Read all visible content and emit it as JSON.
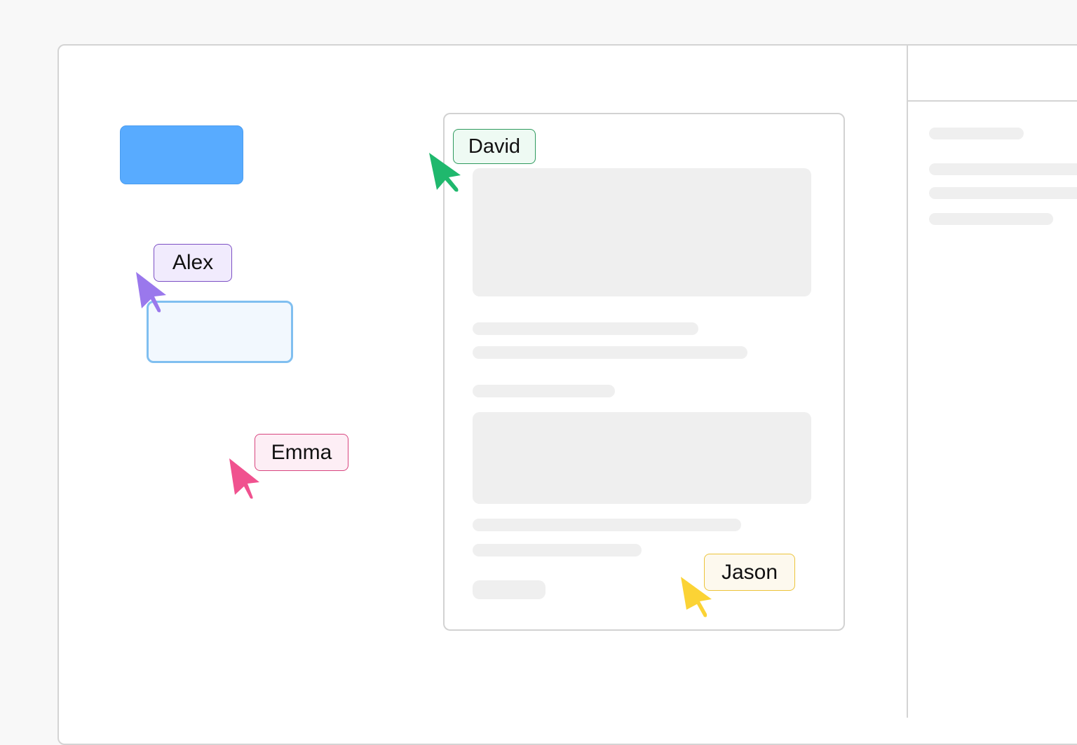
{
  "canvas": {
    "background": "#f8f8f8",
    "frame_border": "#d4d4d4"
  },
  "shapes": {
    "filled_rectangle": {
      "color": "#58abff"
    },
    "selected_rectangle": {
      "fill": "#f2f8fe",
      "border": "#80bff0"
    }
  },
  "document_card": {
    "skeleton_color": "#efefef"
  },
  "collaborators": [
    {
      "name": "Alex",
      "color": "#9a78ec",
      "tag_bg": "#f1ebfd",
      "tag_border": "#7c4fc4"
    },
    {
      "name": "David",
      "color": "#1fb86d",
      "tag_bg": "#eefaf3",
      "tag_border": "#2e9a5e"
    },
    {
      "name": "Emma",
      "color": "#f0528f",
      "tag_bg": "#fdeef5",
      "tag_border": "#d8457f"
    },
    {
      "name": "Jason",
      "color": "#fbd335",
      "tag_bg": "#fdf9ee",
      "tag_border": "#ecc43a"
    }
  ]
}
